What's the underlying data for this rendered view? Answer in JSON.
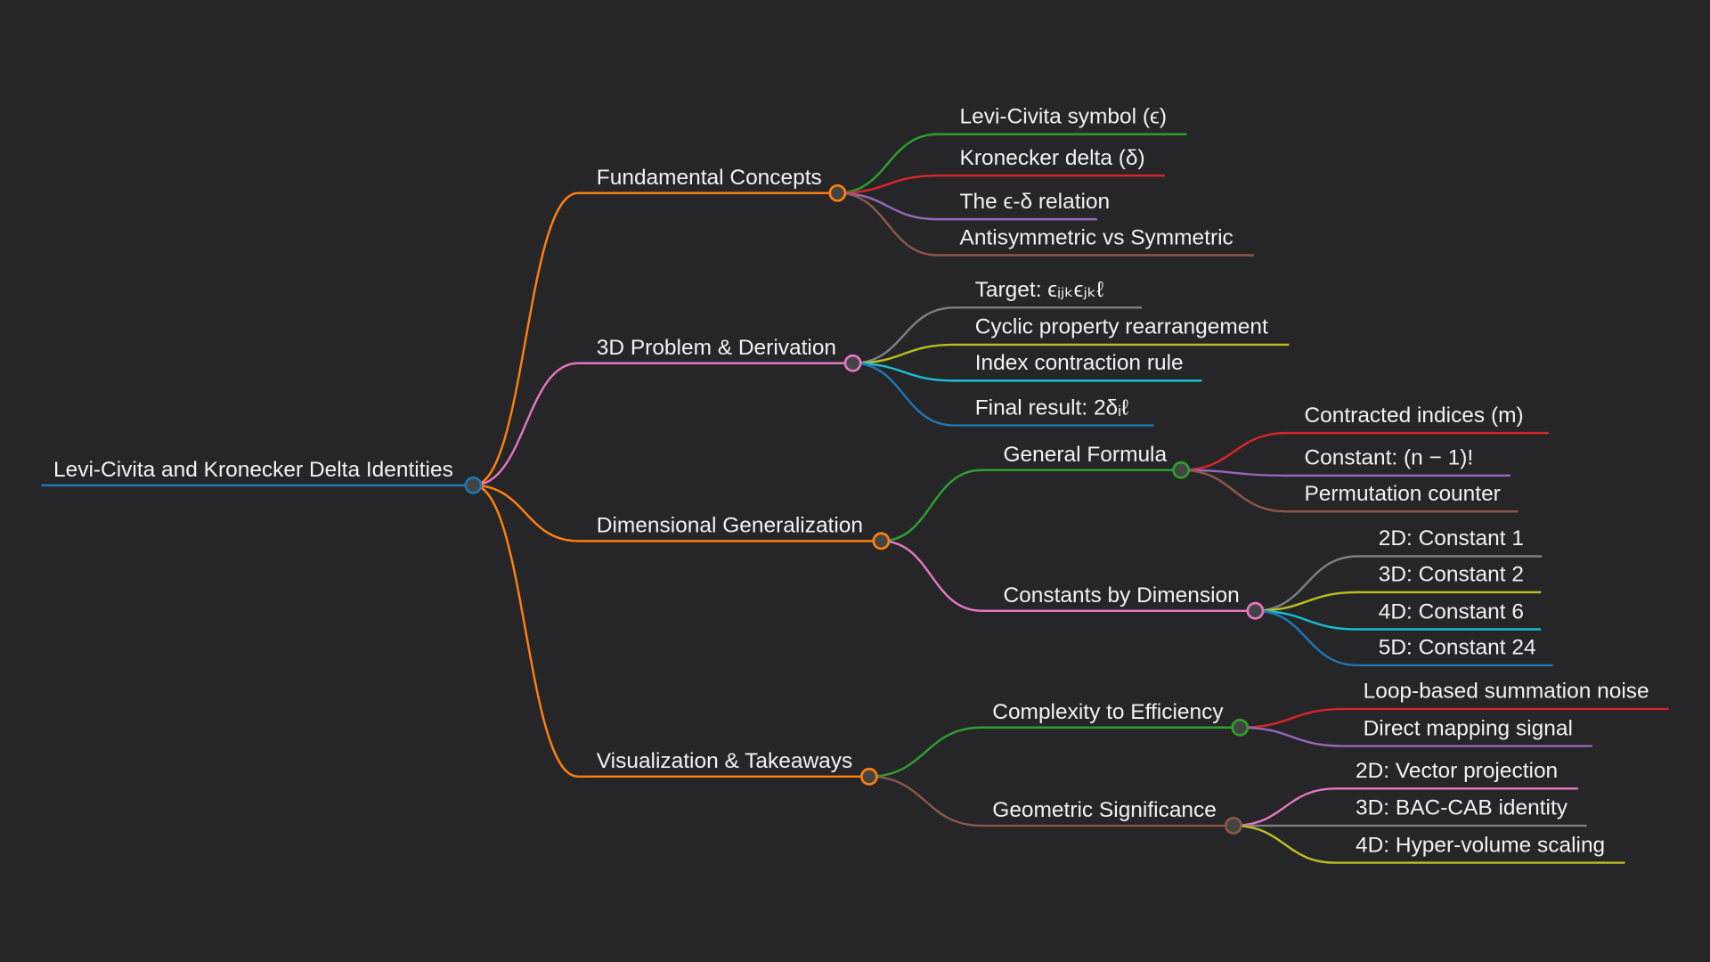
{
  "colors": {
    "background": "#262628",
    "blue": "#1f77b4",
    "orange": "#ff7f0e",
    "green": "#2ca02c",
    "red": "#d62728",
    "purple": "#9467bd",
    "brown": "#8c564b",
    "pink": "#e377c2",
    "gray": "#7f7f7f",
    "olive": "#bcbd22",
    "cyan": "#17becf"
  },
  "mindmap": {
    "root": "Levi-Civita and Kronecker Delta Identities",
    "branches": [
      {
        "label": "Fundamental Concepts",
        "children": [
          "Levi-Civita symbol (ϵ)",
          "Kronecker delta (δ)",
          "The ϵ-δ relation",
          "Antisymmetric vs Symmetric"
        ]
      },
      {
        "label": "3D Problem & Derivation",
        "children": [
          "Target: ϵᵢⱼₖϵⱼₖℓ",
          "Cyclic property rearrangement",
          "Index contraction rule",
          "Final result: 2δᵢℓ"
        ]
      },
      {
        "label": "Dimensional Generalization",
        "children": [
          {
            "label": "General Formula",
            "children": [
              "Contracted indices (m)",
              "Constant: (n − 1)!",
              "Permutation counter"
            ]
          },
          {
            "label": "Constants by Dimension",
            "children": [
              "2D: Constant 1",
              "3D: Constant 2",
              "4D: Constant 6",
              "5D: Constant 24"
            ]
          }
        ]
      },
      {
        "label": "Visualization & Takeaways",
        "children": [
          {
            "label": "Complexity to Efficiency",
            "children": [
              "Loop-based summation noise",
              "Direct mapping signal"
            ]
          },
          {
            "label": "Geometric Significance",
            "children": [
              "2D: Vector projection",
              "3D: BAC-CAB identity",
              "4D: Hyper-volume scaling"
            ]
          }
        ]
      }
    ]
  }
}
